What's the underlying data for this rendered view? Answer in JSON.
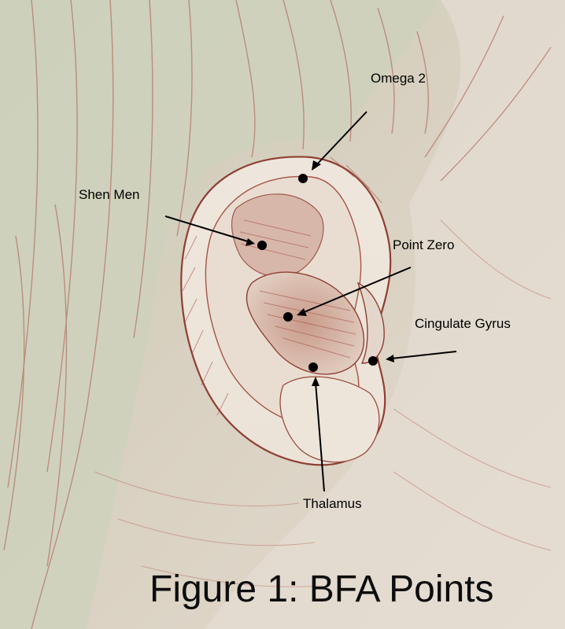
{
  "figure": {
    "caption": "Figure 1: BFA Points",
    "colors": {
      "skin": "#ddd3c6",
      "hair": "#cfcfb8",
      "line_sepia": "#9a4a3e",
      "dot": "#000000"
    }
  },
  "points": [
    {
      "id": "omega-2",
      "label": "Omega 2"
    },
    {
      "id": "shen-men",
      "label": "Shen Men"
    },
    {
      "id": "point-zero",
      "label": "Point Zero"
    },
    {
      "id": "cingulate-gyrus",
      "label": "Cingulate Gyrus"
    },
    {
      "id": "thalamus",
      "label": "Thalamus"
    }
  ]
}
